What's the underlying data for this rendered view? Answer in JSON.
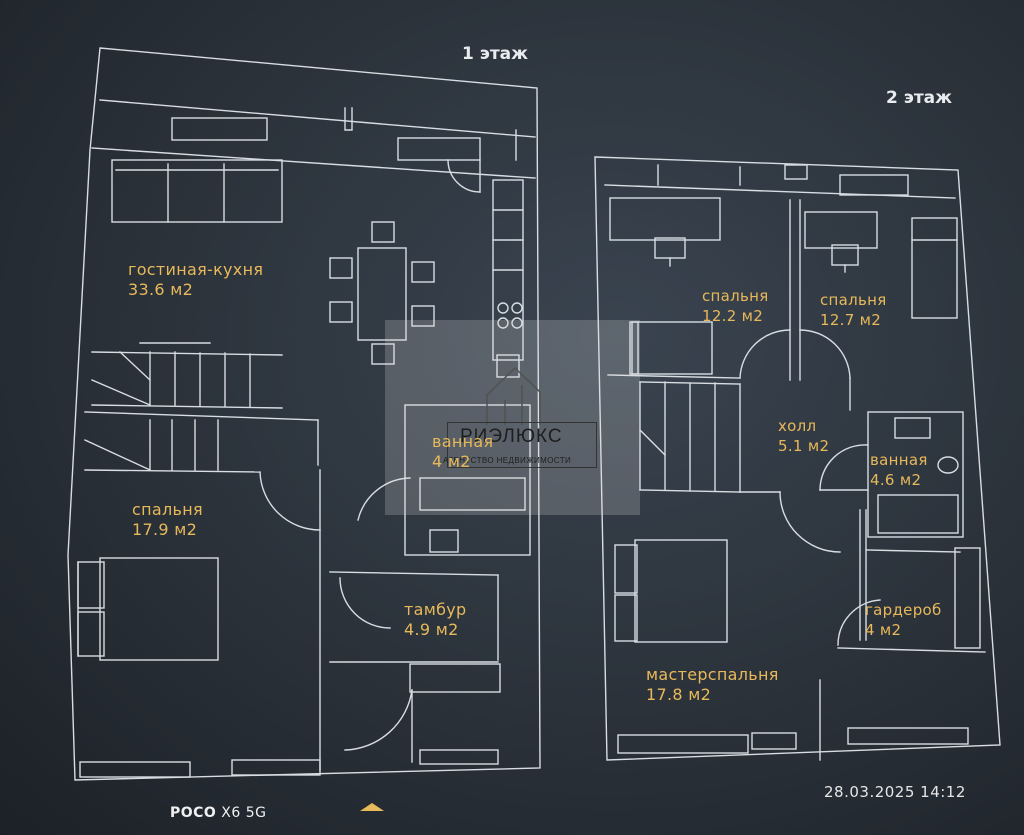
{
  "floors": {
    "first": {
      "title": "1 этаж"
    },
    "second": {
      "title": "2 этаж"
    }
  },
  "rooms": {
    "living_kitchen": {
      "name": "гостиная-кухня",
      "area": "33.6 м2"
    },
    "bedroom_1f": {
      "name": "спальня",
      "area": "17.9 м2"
    },
    "bathroom_1f": {
      "name": "ванная",
      "area": "4 м2"
    },
    "vestibule": {
      "name": "тамбур",
      "area": "4.9 м2"
    },
    "bedroom_a": {
      "name": "спальня",
      "area": "12.2 м2"
    },
    "bedroom_b": {
      "name": "спальня",
      "area": "12.7 м2"
    },
    "hall": {
      "name": "холл",
      "area": "5.1 м2"
    },
    "bathroom_2f": {
      "name": "ванная",
      "area": "4.6 м2"
    },
    "wardrobe": {
      "name": "гардероб",
      "area": "4 м2"
    },
    "master_bedroom": {
      "name": "мастерспальня",
      "area": "17.8 м2"
    }
  },
  "watermark": {
    "brand": "РИЭЛЮКС",
    "tagline": "АГЕНТСТВО НЕДВИЖИМОСТИ"
  },
  "photo": {
    "timestamp": "28.03.2025 14:12",
    "device_brand": "POCO",
    "device_model": "X6 5G"
  },
  "colors": {
    "walls": "#d8dde3",
    "labels": "#e8b95a",
    "background": "#2a3139"
  },
  "icons": [
    "up-arrow-icon",
    "house-logo-icon"
  ]
}
